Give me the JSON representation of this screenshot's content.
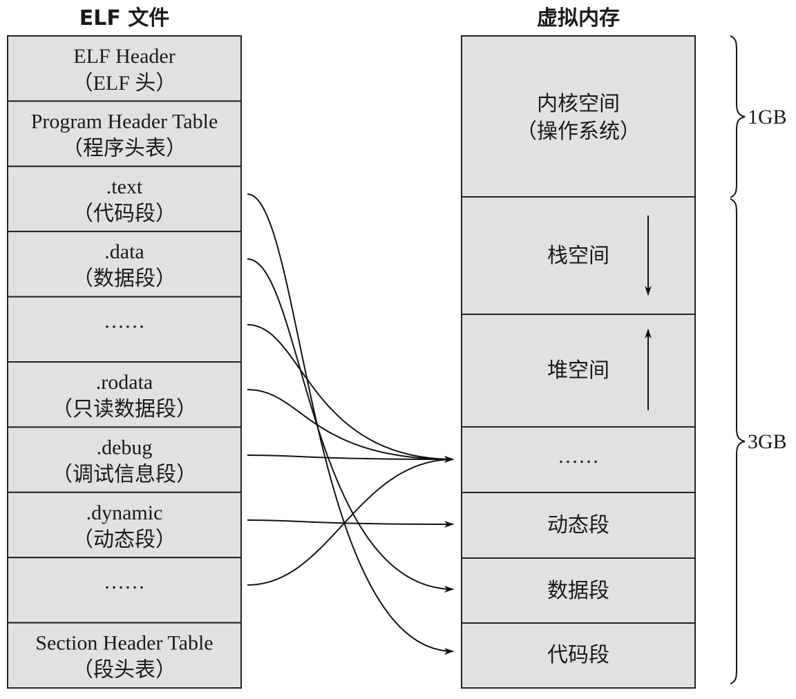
{
  "elf_title": "ELF 文件",
  "vm_title": "虚拟内存",
  "elf_sections": [
    {
      "name": "elf-header",
      "line1": "ELF Header",
      "line2": "（ELF 头）"
    },
    {
      "name": "program-header-table",
      "line1": "Program Header Table",
      "line2": "（程序头表）"
    },
    {
      "name": "text-section",
      "line1": ".text",
      "line2": "（代码段）"
    },
    {
      "name": "data-section",
      "line1": ".data",
      "line2": "（数据段）"
    },
    {
      "name": "ellipsis-section-1",
      "line1": "……",
      "line2": ""
    },
    {
      "name": "rodata-section",
      "line1": ".rodata",
      "line2": "（只读数据段）"
    },
    {
      "name": "debug-section",
      "line1": ".debug",
      "line2": "（调试信息段）"
    },
    {
      "name": "dynamic-section",
      "line1": ".dynamic",
      "line2": "（动态段）"
    },
    {
      "name": "ellipsis-section-2",
      "line1": "……",
      "line2": ""
    },
    {
      "name": "section-header-table",
      "line1": "Section Header Table",
      "line2": "（段头表）"
    }
  ],
  "vm_regions": [
    {
      "name": "kernel-space",
      "line1": "内核空间",
      "line2": "（操作系统）"
    },
    {
      "name": "stack-space",
      "line1": "栈空间",
      "line2": ""
    },
    {
      "name": "heap-space",
      "line1": "堆空间",
      "line2": ""
    },
    {
      "name": "ellipsis-region",
      "line1": "……",
      "line2": ""
    },
    {
      "name": "dynamic-segment",
      "line1": "动态段",
      "line2": ""
    },
    {
      "name": "data-segment",
      "line1": "数据段",
      "line2": ""
    },
    {
      "name": "code-segment",
      "line1": "代码段",
      "line2": ""
    }
  ],
  "brace_labels": {
    "top": "1GB",
    "bottom": "3GB"
  },
  "mappings": [
    {
      "from": "text-section",
      "to": "code-segment"
    },
    {
      "from": "data-section",
      "to": "data-segment"
    },
    {
      "from": "ellipsis-section-1",
      "to": "ellipsis-region"
    },
    {
      "from": "rodata-section",
      "to": "ellipsis-region"
    },
    {
      "from": "debug-section",
      "to": "ellipsis-region"
    },
    {
      "from": "dynamic-section",
      "to": "dynamic-segment"
    },
    {
      "from": "ellipsis-section-2",
      "to": "ellipsis-region"
    }
  ],
  "stack_arrow_direction": "down",
  "heap_arrow_direction": "up"
}
